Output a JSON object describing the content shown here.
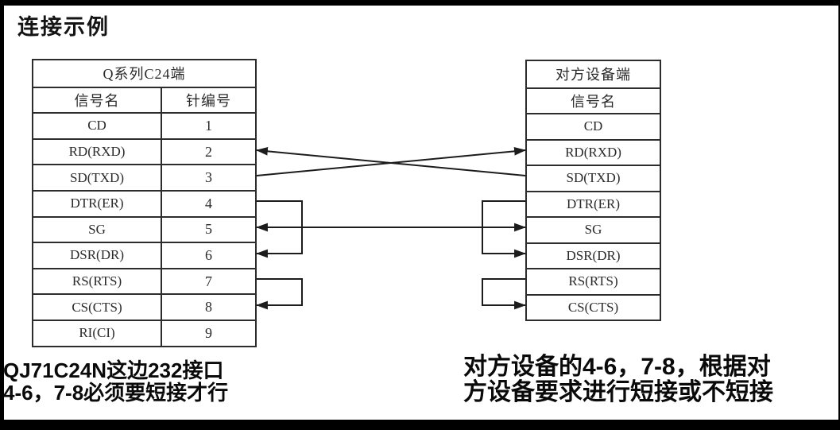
{
  "page": {
    "title": "连接示例"
  },
  "left_table": {
    "title": "Q系列C24端",
    "columns": {
      "signal": "信号名",
      "pin": "针编号"
    },
    "rows": [
      {
        "signal": "CD",
        "pin": "1"
      },
      {
        "signal": "RD(RXD)",
        "pin": "2"
      },
      {
        "signal": "SD(TXD)",
        "pin": "3"
      },
      {
        "signal": "DTR(ER)",
        "pin": "4"
      },
      {
        "signal": "SG",
        "pin": "5"
      },
      {
        "signal": "DSR(DR)",
        "pin": "6"
      },
      {
        "signal": "RS(RTS)",
        "pin": "7"
      },
      {
        "signal": "CS(CTS)",
        "pin": "8"
      },
      {
        "signal": "RI(CI)",
        "pin": "9"
      }
    ]
  },
  "right_table": {
    "title": "对方设备端",
    "columns": {
      "signal": "信号名"
    },
    "rows": [
      {
        "signal": "CD"
      },
      {
        "signal": "RD(RXD)"
      },
      {
        "signal": "SD(TXD)"
      },
      {
        "signal": "DTR(ER)"
      },
      {
        "signal": "SG"
      },
      {
        "signal": "DSR(DR)"
      },
      {
        "signal": "RS(RTS)"
      },
      {
        "signal": "CS(CTS)"
      }
    ]
  },
  "connections": [
    {
      "from": "right SD(TXD)",
      "to": "left pin 2 RD(RXD)",
      "type": "cross",
      "arrow_at": "left"
    },
    {
      "from": "left pin 3 SD(TXD)",
      "to": "right RD(RXD)",
      "type": "cross",
      "arrow_at": "right"
    },
    {
      "from": "left pin 5 SG",
      "to": "right SG",
      "type": "straight",
      "arrow_at": "both"
    },
    {
      "side": "left",
      "jumper": "4-6",
      "arrow_at": "pin 6"
    },
    {
      "side": "left",
      "jumper": "7-8",
      "arrow_at": "pin 8"
    },
    {
      "side": "right",
      "jumper": "4-6",
      "arrow_at": "DSR(DR)"
    },
    {
      "side": "right",
      "jumper": "7-8",
      "arrow_at": "CS(CTS)"
    }
  ],
  "notes": {
    "left": {
      "line1": "QJ71C24N这边232接口",
      "line2": "4-6，7-8必须要短接才行"
    },
    "right": {
      "line1": "对方设备的4-6，7-8，根据对",
      "line2": "方设备要求进行短接或不短接"
    }
  },
  "colors": {
    "ink": "#1c1c1c",
    "border": "#2c2c2c",
    "background": "#ffffff"
  }
}
